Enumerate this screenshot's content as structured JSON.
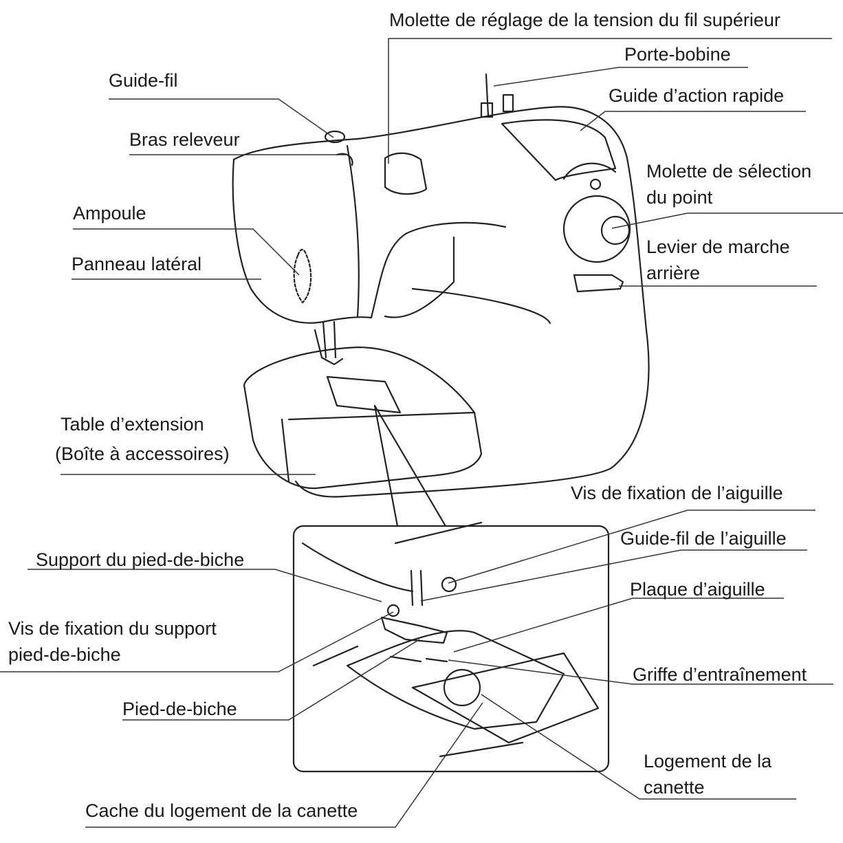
{
  "labels": {
    "tension_dial": "Molette de réglage de la tension du fil supérieur",
    "spool_pin": "Porte-bobine",
    "thread_guide": "Guide-fil",
    "quick_guide": "Guide d’action rapide",
    "take_up_lever": "Bras releveur",
    "pattern_dial_1": "Molette de sélection",
    "pattern_dial_2": "du point",
    "bulb": "Ampoule",
    "reverse_lever_1": "Levier de marche",
    "reverse_lever_2": "arrière",
    "face_plate": "Panneau latéral",
    "flatbed_1": "Table d’extension",
    "flatbed_2": "(Boîte à accessoires)",
    "needle_clamp_screw": "Vis de fixation de l’aiguille",
    "needle_bar_guide": "Guide-fil de l’aiguille",
    "presser_holder": "Support du pied-de-biche",
    "needle_plate": "Plaque d’aiguille",
    "holder_screw_1": "Vis de fixation du support",
    "holder_screw_2": "pied-de-biche",
    "feed_dogs": "Griffe d’entraînement",
    "presser_foot": "Pied-de-biche",
    "bobbin_case_1": "Logement de la",
    "bobbin_case_2": "canette",
    "bobbin_cover": "Cache du logement de la canette"
  },
  "colors": {
    "ink": "#1a1a1a",
    "line": "#333333",
    "paper": "#ffffff"
  }
}
